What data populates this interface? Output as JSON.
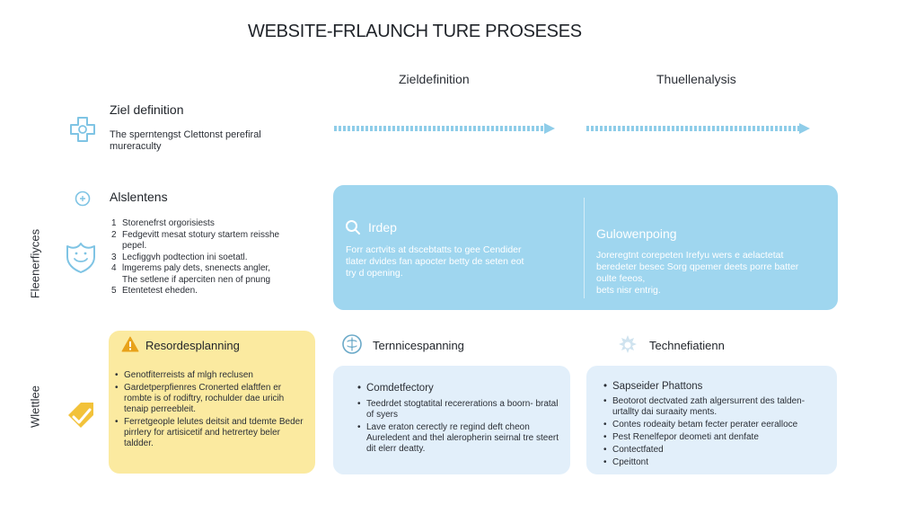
{
  "title": "WEBSITE-FRLAUNCH TURE PROSESES",
  "columns": [
    "Zieldefinition",
    "Thuellenalysis"
  ],
  "side_labels": [
    "Fleenerfiyces",
    "Wlettlee"
  ],
  "sections": {
    "ziel": {
      "title": "Ziel definition",
      "text": [
        "The sperntengst Clettonst perefiral",
        "mureraculty"
      ]
    },
    "analyse": {
      "title": "Alslentens",
      "items": [
        {
          "num": "1",
          "text": "Storenefrst orgorisiests"
        },
        {
          "num": "2",
          "text": "Fedgevitt mesat stotury startem reisshe"
        },
        {
          "num": "",
          "text": "pepel."
        },
        {
          "num": "3",
          "text": "Lecfiggvh podtection ini soetatl."
        },
        {
          "num": "4",
          "text": "lmgerems paly dets, snenects angler,"
        },
        {
          "num": "",
          "text": "The setlene if aperciten nen of pnung"
        },
        {
          "num": "5",
          "text": "Etentetest eheden."
        }
      ]
    }
  },
  "blue_panel": {
    "left": {
      "title": "Irdep",
      "text": [
        "Forr acrtvits at dscebtatts to gee Cendider",
        "tlater dvides fan apocter betty de seten eot",
        "try d opening."
      ]
    },
    "right": {
      "title": "Gulowenpoing",
      "text": [
        "Joreregtnt corepeten Irefyu wers e aelactetat",
        "beredeter besec Sorg qpemer deets porre batter",
        "oulte feeos,",
        "bets nisr entrig."
      ]
    }
  },
  "cards": {
    "resources": {
      "title": "Resordesplanning",
      "items": [
        "Genotfiterreists af mlgh reclusen",
        "Gardetperpfienres Cronerted elaftfen er rombte is of rodiftry, rochulder dae uricih tenaip perreebleit.",
        "Ferretgeople lelutes deitsit and tdemte Beder pirrlery for artisicetif and hetrertey beler taldder."
      ]
    },
    "technics": {
      "title": "Ternnicespanning",
      "subtitle": "Comdetfectory",
      "items": [
        "Teedrdet stogtatital recererations a boorn- bratal of syers",
        "Lave eraton cerectly re regind deft cheon Aureledent and thel aleropherin seirnal tre steert dit elerr deatty."
      ]
    },
    "technification": {
      "title": "Technefiatienn",
      "subtitle": "Sapseider Phattons",
      "items": [
        "Beotorot dectvated zath algersurrent des talden- urtallty dai suraaity ments.",
        "Contes rodeaity betam fecter perater eeralloce",
        "Pest Renelfepor deometi ant denfate",
        "Contectfated",
        "Cpeittont"
      ]
    }
  },
  "colors": {
    "accent_blue": "#9fd6ef",
    "arrow_blue": "#8fcde9",
    "card_yellow": "#fbeaa0",
    "card_light_blue": "#e2effa",
    "icon_blue": "#7fc4e4",
    "icon_yellow": "#f2c23a",
    "warning_orange": "#e8a21a"
  }
}
